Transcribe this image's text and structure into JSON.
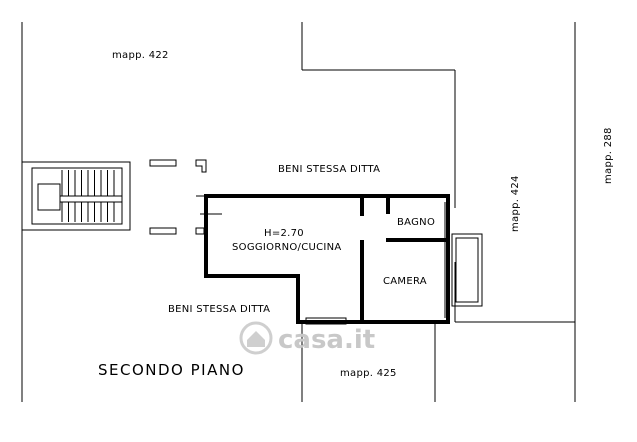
{
  "labels": {
    "mapp_422": "mapp. 422",
    "mapp_424": "mapp. 424",
    "mapp_288": "mapp. 288",
    "mapp_425": "mapp. 425",
    "beni_top": "BENI STESSA DITTA",
    "beni_bottom": "BENI STESSA DITTA",
    "height": "H=2.70",
    "soggiorno": "SOGGIORNO/CUCINA",
    "bagno": "BAGNO",
    "camera": "CAMERA",
    "floor": "SECONDO PIANO"
  },
  "watermark": {
    "text": "casa.it"
  }
}
